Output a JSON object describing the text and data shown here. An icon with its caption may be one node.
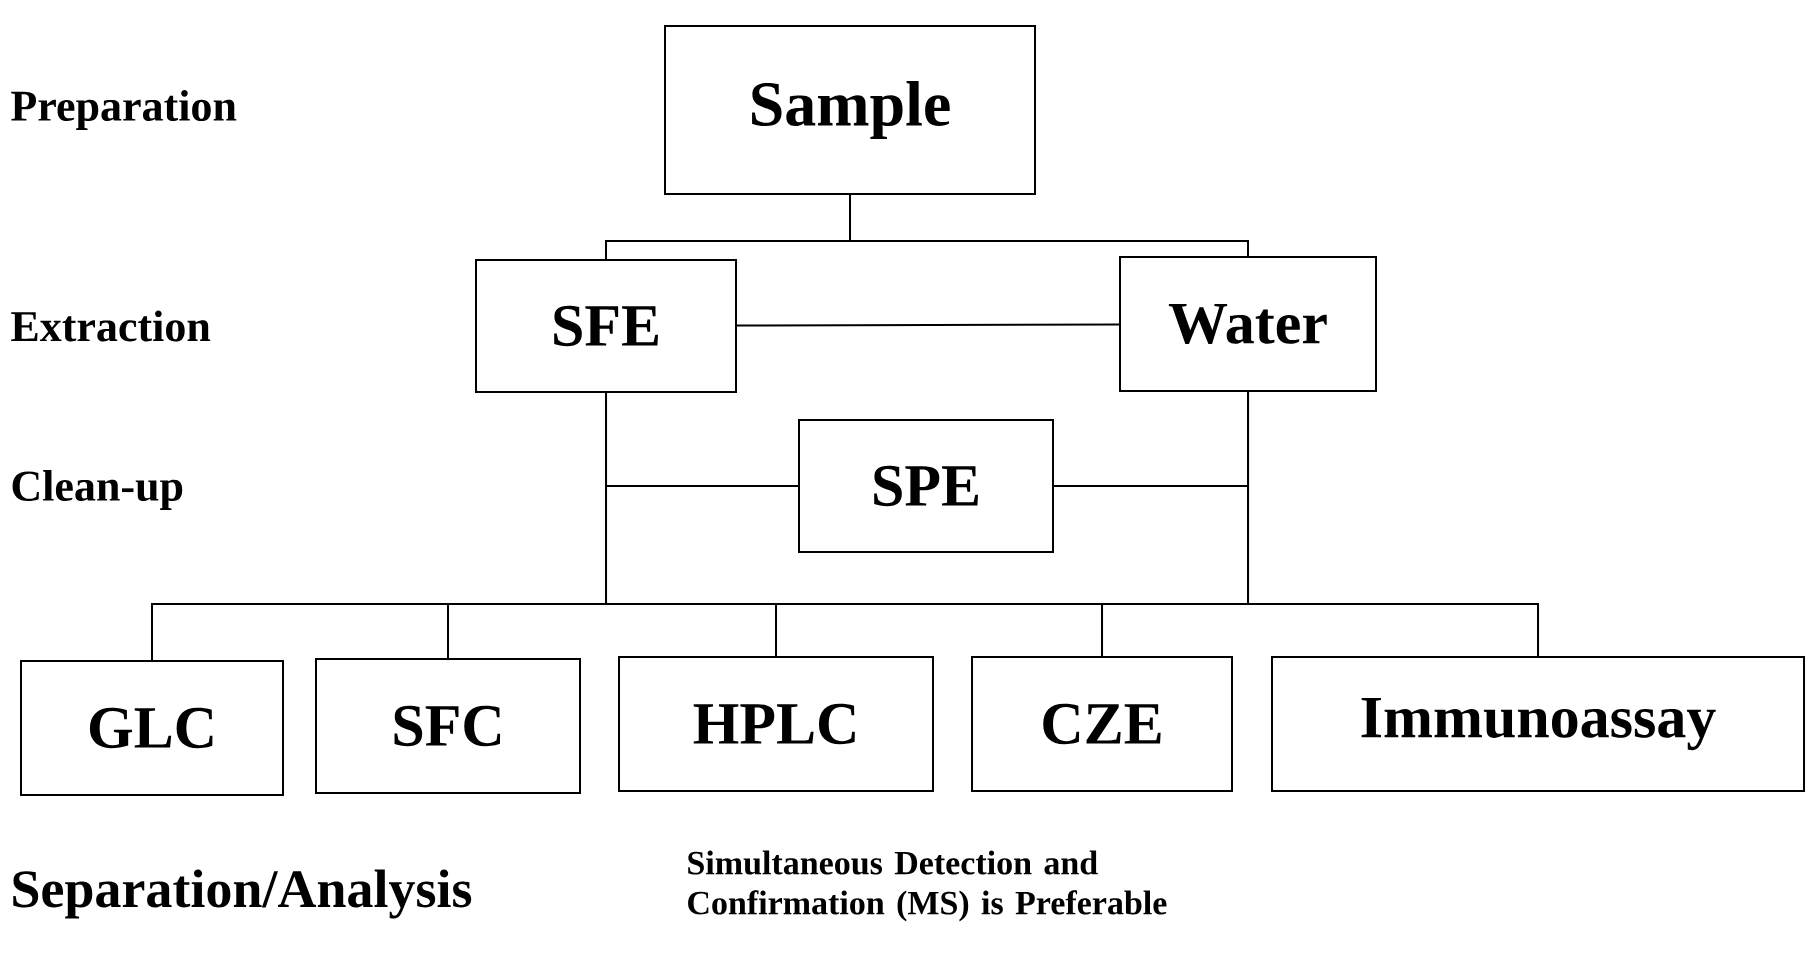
{
  "diagram": {
    "nodes": [
      {
        "text": [
          "Sample"
        ]
      },
      {
        "text": [
          "SFE"
        ]
      },
      {
        "text": [
          "Water"
        ]
      },
      {
        "text": [
          "SPE"
        ]
      },
      {
        "text": [
          "GLC"
        ]
      },
      {
        "text": [
          "SFC"
        ]
      },
      {
        "text": [
          "HPLC"
        ]
      },
      {
        "text": [
          "CZE"
        ]
      },
      {
        "text": [
          "Immunoassay"
        ]
      }
    ],
    "edges": [
      {
        "from": 0,
        "to": 1,
        "arrow": "none"
      },
      {
        "from": 0,
        "to": 2,
        "arrow": "none"
      },
      {
        "from": 1,
        "to": 2,
        "arrow": "none"
      },
      {
        "from": 1,
        "to": 3,
        "arrow": "none"
      },
      {
        "from": 2,
        "to": 3,
        "arrow": "none"
      },
      {
        "from": 1,
        "to": 4,
        "arrow": "none"
      },
      {
        "from": 1,
        "to": 5,
        "arrow": "none"
      },
      {
        "from": 1,
        "to": 6,
        "arrow": "none"
      },
      {
        "from": 1,
        "to": 7,
        "arrow": "none"
      },
      {
        "from": 1,
        "to": 8,
        "arrow": "none"
      },
      {
        "from": 2,
        "to": 4,
        "arrow": "none"
      },
      {
        "from": 2,
        "to": 5,
        "arrow": "none"
      },
      {
        "from": 2,
        "to": 6,
        "arrow": "none"
      },
      {
        "from": 2,
        "to": 7,
        "arrow": "none"
      },
      {
        "from": 2,
        "to": 8,
        "arrow": "none"
      }
    ],
    "labels": [
      "Preparation",
      "Extraction",
      "Clean-up",
      "Separation/Analysis",
      "Simultaneous Detection and Confirmation (MS) is Preferable"
    ]
  }
}
